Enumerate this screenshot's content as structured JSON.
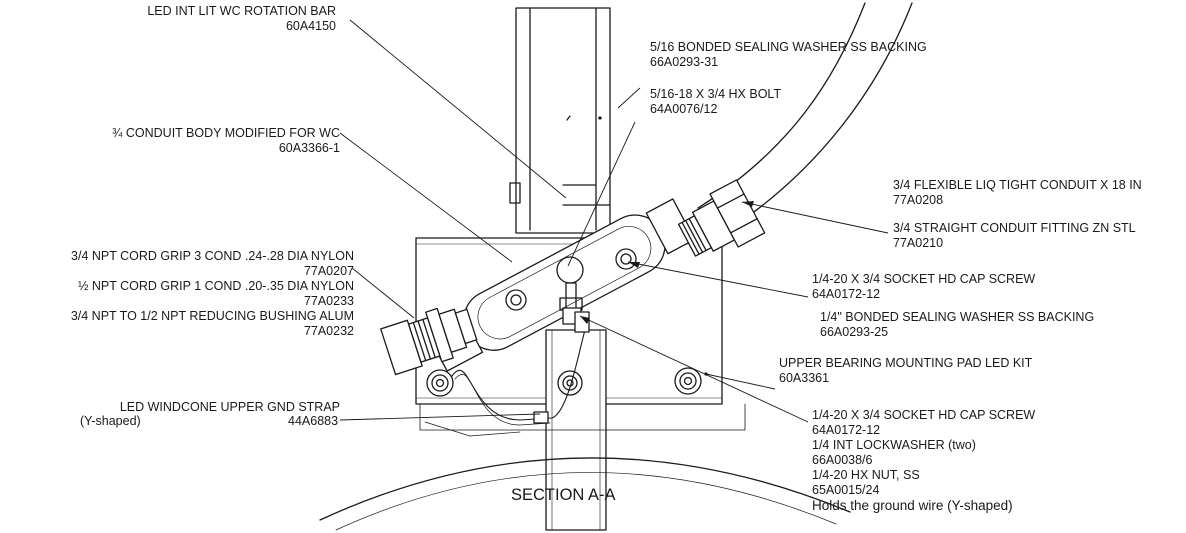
{
  "section_title": "SECTION A-A",
  "callouts": {
    "rotation_bar": {
      "name": "LED INT LIT WC ROTATION BAR",
      "part": "60A4150"
    },
    "sealing_washer_516": {
      "name": "5/16 BONDED SEALING WASHER SS BACKING",
      "part": "66A0293-31"
    },
    "hx_bolt_516": {
      "name": "5/16-18 X 3/4 HX BOLT",
      "part": "64A0076/12"
    },
    "conduit_body": {
      "name": "¾ CONDUIT BODY MODIFIED FOR WC",
      "part": "60A3366-1"
    },
    "flexible_conduit": {
      "name": "3/4 FLEXIBLE LIQ TIGHT CONDUIT X 18 IN",
      "part": "77A0208"
    },
    "straight_fitting": {
      "name": "3/4 STRAIGHT CONDUIT FITTING ZN STL",
      "part": "77A0210"
    },
    "cord_grip_3": {
      "name": "3/4 NPT CORD GRIP 3 COND .24-.28 DIA NYLON",
      "part": "77A0207"
    },
    "cord_grip_1": {
      "name": "½ NPT CORD GRIP 1 COND .20-.35 DIA NYLON",
      "part": "77A0233"
    },
    "reducing_bushing": {
      "name": "3/4 NPT TO 1/2 NPT REDUCING BUSHING ALUM",
      "part": "77A0232"
    },
    "socket_screw_upper": {
      "name": "1/4-20 X 3/4 SOCKET HD CAP SCREW",
      "part": "64A0172-12"
    },
    "sealing_washer_14": {
      "name": "1/4\"  BONDED SEALING WASHER SS BACKING",
      "part": "66A0293-25"
    },
    "mounting_pad": {
      "name": "UPPER BEARING MOUNTING PAD LED KIT",
      "part": "60A3361"
    },
    "gnd_strap": {
      "name": "LED WINDCONE UPPER GND STRAP",
      "qualifier": "(Y-shaped)",
      "part": "44A6883"
    },
    "lower_stack": {
      "screw": "1/4-20 X 3/4 SOCKET HD CAP SCREW",
      "screw_part": "64A0172-12",
      "lockwasher": "1/4 INT LOCKWASHER (two)",
      "lockwasher_part": "66A0038/6",
      "nut": "1/4-20 HX NUT, SS",
      "nut_part": "65A0015/24",
      "note": "Holds the ground wire (Y-shaped)"
    }
  }
}
